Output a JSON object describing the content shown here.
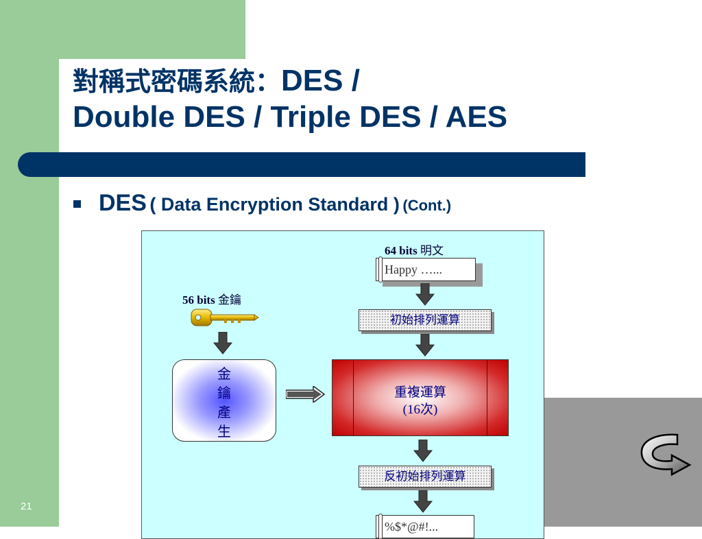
{
  "slide": {
    "title_cjk": "對稱式密碼系統：",
    "title_line1_en": "DES /",
    "title_line2": "Double DES / Triple DES / AES",
    "bullet_main": "DES",
    "bullet_paren": "( Data Encryption Standard )",
    "bullet_cont": "(Cont.)",
    "page_number": "21"
  },
  "diagram": {
    "plaintext_bits": "64 bits",
    "plaintext_label": "明文",
    "plaintext_value": "Happy …...",
    "key_bits": "56 bits",
    "key_label": "金鑰",
    "initial_permutation": "初始排列運算",
    "key_generation": [
      "金",
      "鑰",
      "產",
      "生"
    ],
    "rounds_label": "重複運算",
    "rounds_count": "(16次)",
    "inverse_permutation": "反初始排列運算",
    "ciphertext_value": "%$*@#!..."
  },
  "colors": {
    "green": "#99cc99",
    "navy": "#003366",
    "diagram_bg": "#ccffff",
    "rounds_red": "#c00000"
  },
  "icons": [
    "key-icon",
    "return-arrow-icon"
  ]
}
